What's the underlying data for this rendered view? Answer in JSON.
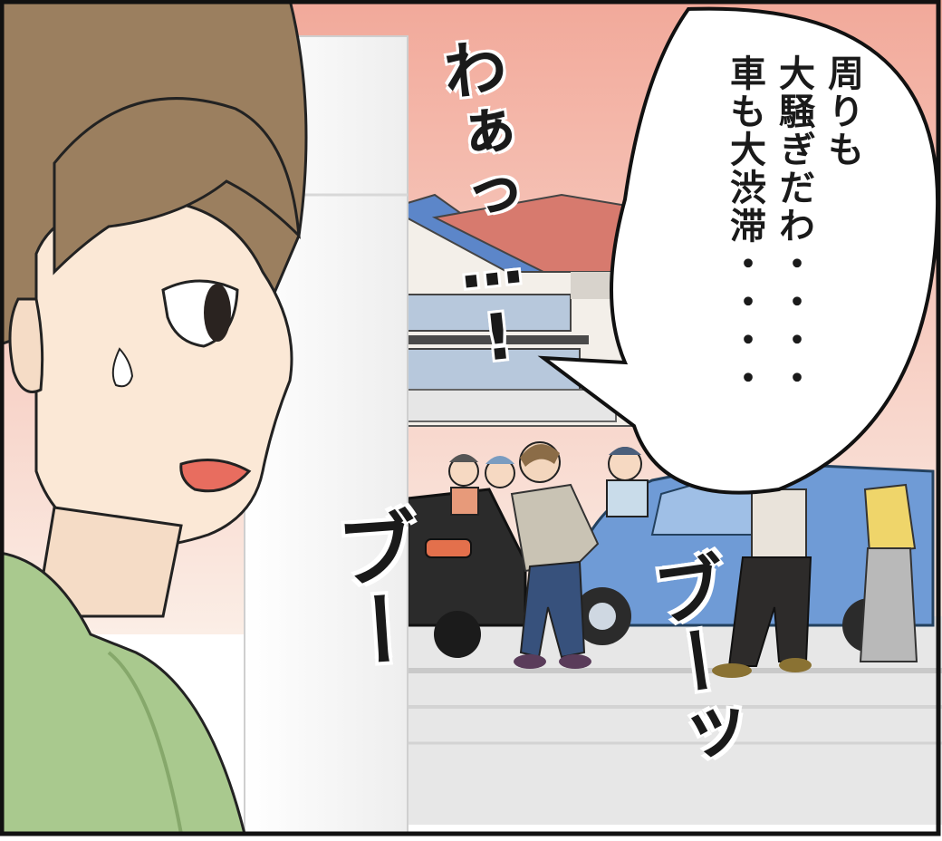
{
  "speech_bubble": {
    "lines": [
      "周りも",
      "大騒ぎだわ・・・・",
      "車も大渋滞・・・・"
    ]
  },
  "sound_effects": {
    "crowd": "わぁっ…!",
    "car_horn_1": "ブー",
    "car_horn_2": "ブーッ"
  },
  "colors": {
    "sky_top": "#f2a99a",
    "sky_bottom": "#fbeee6",
    "hair": "#9b7f5f",
    "skin": "#fbe8d6",
    "shirt": "#a9c98e",
    "blue_car": "#6f9bd6",
    "black_car": "#2b2b2b",
    "panel_border": "#111111"
  }
}
